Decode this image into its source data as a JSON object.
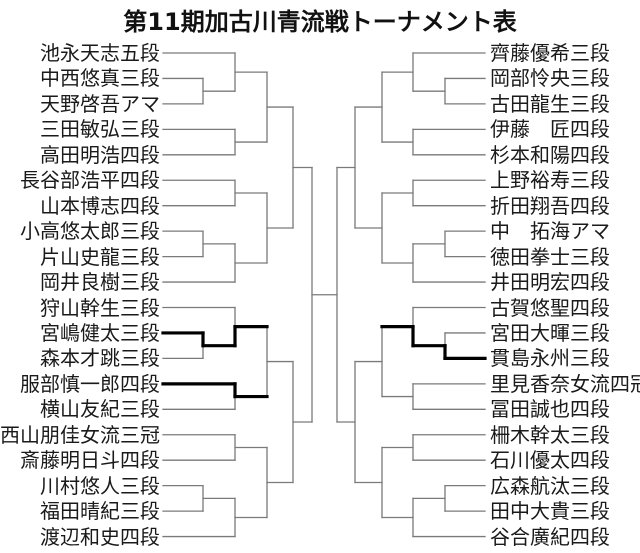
{
  "title": "第11期加古川青流戦トーナメント表",
  "left_entrants": [
    "池永天志五段",
    "中西悠真三段",
    "天野啓吾アマ",
    "三田敏弘三段",
    "高田明浩四段",
    "長谷部浩平四段",
    "山本博志四段",
    "小高悠太郎三段",
    "片山史龍三段",
    "岡井良樹三段",
    "狩山幹生三段",
    "宮嶋健太三段",
    "森本才跳三段",
    "服部慎一郎四段",
    "横山友紀三段",
    "西山朋佳女流三冠",
    "斎藤明日斗四段",
    "川村悠人三段",
    "福田晴紀三段",
    "渡辺和史四段"
  ],
  "right_entrants": [
    "齊藤優希三段",
    "岡部怜央三段",
    "古田龍生三段",
    "伊藤　匠四段",
    "杉本和陽四段",
    "上野裕寿三段",
    "折田翔吾四段",
    "中　拓海アマ",
    "徳田拳士三段",
    "井田明宏四段",
    "古賀悠聖四段",
    "宮田大暉三段",
    "貫島永州三段",
    "里見香奈女流四冠",
    "冨田誠也四段",
    "柵木幹太三段",
    "石川優太四段",
    "広森航汰三段",
    "田中大貴三段",
    "谷合廣紀四段"
  ],
  "colors": {
    "line": "#7a7a7a",
    "winner_line": "#000000"
  }
}
